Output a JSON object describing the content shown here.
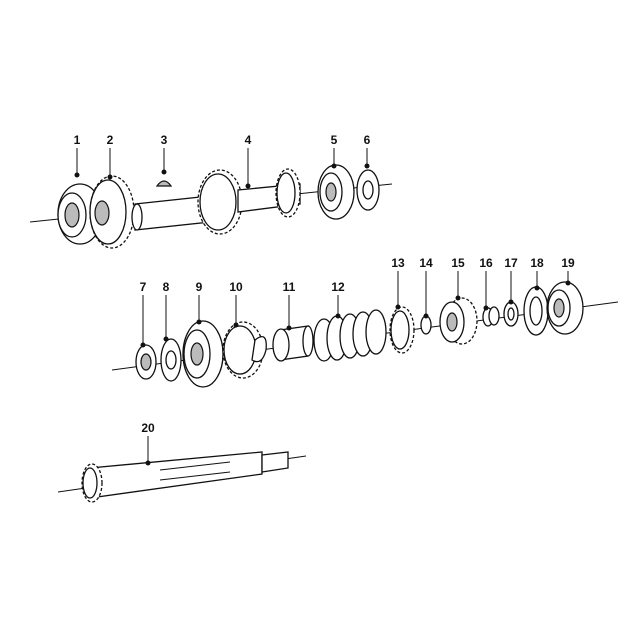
{
  "diagram": {
    "type": "exploded-parts-diagram",
    "part_numbers": [
      "1",
      "2",
      "3",
      "4",
      "5",
      "6",
      "7",
      "8",
      "9",
      "10",
      "11",
      "12",
      "13",
      "14",
      "15",
      "16",
      "17",
      "18",
      "19",
      "20"
    ]
  }
}
